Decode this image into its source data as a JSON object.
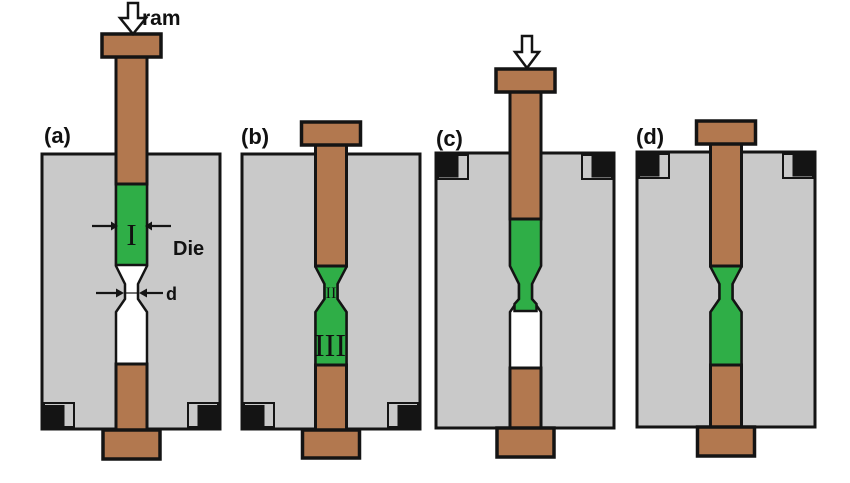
{
  "figure": {
    "background": "#ffffff",
    "colors": {
      "background": "#ffffff",
      "die": "#c9c9c9",
      "metal": "#b2784f",
      "billet": "#2fae47",
      "channel": "#ffffff",
      "outline": "#141414",
      "text": "#111111"
    },
    "annotations": {
      "ram": "ram",
      "die": "Die",
      "diameter": "d"
    },
    "panels": [
      {
        "id": "a",
        "label": "(a)",
        "zones": {
          "upper": "I"
        }
      },
      {
        "id": "b",
        "label": "(b)",
        "zones": {
          "neck": "II",
          "lower": "III"
        }
      },
      {
        "id": "c",
        "label": "(c)",
        "zones": {}
      },
      {
        "id": "d",
        "label": "(d)",
        "zones": {}
      }
    ]
  }
}
